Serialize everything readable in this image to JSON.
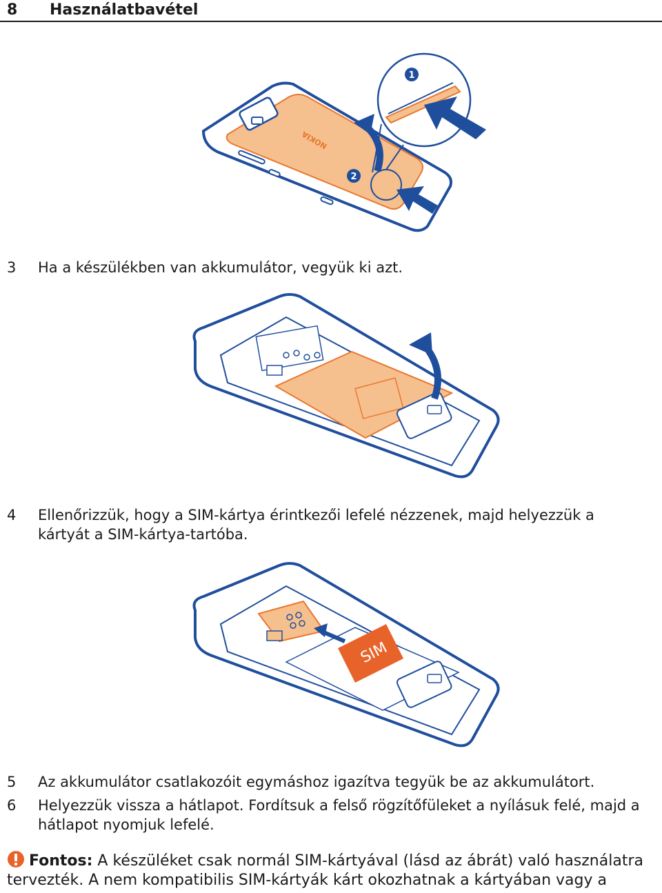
{
  "header": {
    "page_number": "8",
    "section_title": "Használatbavétel"
  },
  "figures": {
    "fig1": {
      "callout_1": "1",
      "callout_2": "2",
      "brand": "NOKIA"
    },
    "fig3": {
      "sim_label": "SIM"
    }
  },
  "steps": [
    {
      "num": "3",
      "text": "Ha a készülékben van akkumulátor, vegyük ki azt."
    },
    {
      "num": "4",
      "text": "Ellenőrizzük, hogy a SIM-kártya érintkezői lefelé nézzenek, majd helyezzük a kártyát a SIM-kártya-tartóba."
    },
    {
      "num": "5",
      "text": "Az akkumulátor csatlakozóit egymáshoz igazítva tegyük be az akkumulátort."
    },
    {
      "num": "6",
      "text": "Helyezzük vissza a hátlapot. Fordítsuk a felső rögzítőfüleket a nyílásuk felé, majd a hátlapot nyomjuk lefelé."
    }
  ],
  "note": {
    "icon": "warning-icon",
    "label": "Fontos:",
    "text": " A készüléket csak normál SIM-kártyával (lásd az ábrát) való használatra tervezték. A nem kompatibilis SIM-kártyák kárt okozhatnak a kártyában vagy a"
  },
  "colors": {
    "outline": "#1f4e9c",
    "orange_fill": "#f6c08e",
    "orange_dark": "#e8772e",
    "sim_orange": "#e8632a",
    "arrow_blue": "#1f4e9c",
    "warning_orange": "#e8632a"
  }
}
